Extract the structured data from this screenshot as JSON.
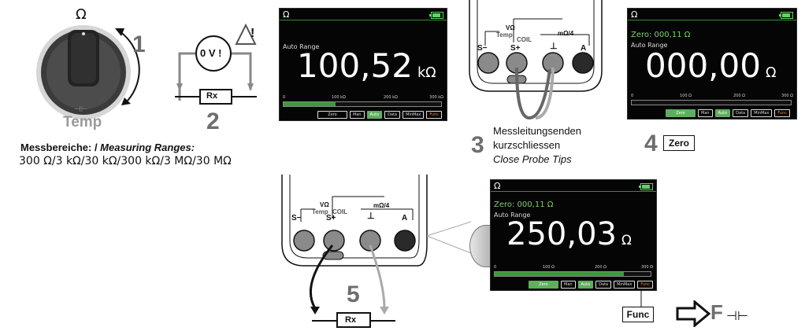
{
  "rotary": {
    "omega": "Ω",
    "step": "1",
    "temp_symbol": "⊣⊢",
    "temp_label": "Temp"
  },
  "ranges": {
    "label_de": "Messbereiche:",
    "separator": " / ",
    "label_en": "Measuring Ranges:",
    "values": "300 Ω/3 kΩ/30 kΩ/300 kΩ/3 MΩ/30 MΩ"
  },
  "voltage_check": {
    "text": "0 V !",
    "warning": "!",
    "resistor": "Rx",
    "step": "2"
  },
  "display1": {
    "omega": "Ω",
    "range_label": "Auto Range",
    "value": "100,52",
    "unit": "kΩ",
    "ticks": [
      "0",
      "100 kΩ",
      "200 kΩ",
      "300 kΩ"
    ],
    "bar_fraction": 0.33,
    "softkeys": [
      "Zero",
      "Man",
      "Auto",
      "Data",
      "MinMax",
      "Func"
    ]
  },
  "jacks_top": {
    "labels": {
      "s_minus": "S−",
      "s_plus": "S+",
      "ground": "⊥",
      "a": "A",
      "vohm": "VΩ",
      "temp": "Temp",
      "coil": "COIL",
      "mohm": "mΩ/4"
    },
    "step": "3",
    "caption_de_1": "Messleitungsenden",
    "caption_de_2": "kurzschliessen",
    "caption_en": "Close Probe Tips"
  },
  "display2": {
    "omega": "Ω",
    "zero_line": "Zero: 000,11 Ω",
    "range_label": "Auto Range",
    "value": "000,00",
    "unit": "Ω",
    "ticks": [
      "0",
      "100 Ω",
      "200 Ω",
      "300 Ω"
    ],
    "bar_fraction": 0.0,
    "softkeys": [
      "Zero",
      "Man",
      "Auto",
      "Data",
      "MinMax",
      "Func"
    ],
    "step": "4",
    "key_label": "Zero"
  },
  "jacks_bottom": {
    "labels": {
      "s_minus": "S−",
      "s_plus": "S+",
      "ground": "⊥",
      "a": "A",
      "vohm": "VΩ",
      "temp": "Temp",
      "coil": "COIL",
      "mohm": "mΩ/4"
    },
    "step": "5",
    "resistor": "Rx"
  },
  "display3": {
    "omega": "Ω",
    "zero_line": "Zero: 000,11 Ω",
    "range_label": "Auto Range",
    "value": "250,03",
    "unit": "Ω",
    "ticks": [
      "0",
      "100 Ω",
      "200 Ω",
      "300 Ω"
    ],
    "bar_fraction": 0.83,
    "softkeys": [
      "Zero",
      "Man",
      "Auto",
      "Data",
      "MinMax",
      "Func"
    ],
    "key_label": "Func"
  },
  "func_hint": {
    "letter": "F",
    "cap_symbol": "⊣⊢"
  }
}
